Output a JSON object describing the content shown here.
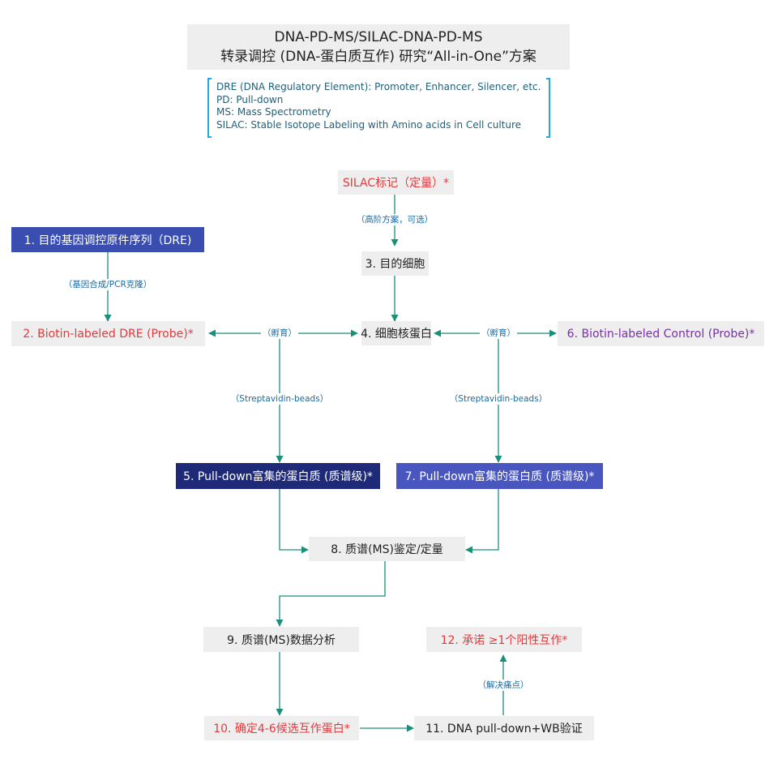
{
  "title": {
    "line1": "DNA-PD-MS/SILAC-DNA-PD-MS",
    "line2": "转录调控 (DNA-蛋白质互作) 研究“All-in-One”方案"
  },
  "legend": [
    "DRE (DNA Regulatory Element): Promoter, Enhancer, Silencer, etc.",
    "PD: Pull-down",
    "MS: Mass Spectrometry",
    "SILAC: Stable Isotope Labeling with Amino acids in Cell culture"
  ],
  "nodes": {
    "silac": "SILAC标记（定量）*",
    "n1": "1. 目的基因调控原件序列（DRE)",
    "n2": "2. Biotin-labeled DRE (Probe)*",
    "n3": "3. 目的细胞",
    "n4": "4. 细胞核蛋白",
    "n5": "5. Pull-down富集的蛋白质 (质谱级)*",
    "n6": "6. Biotin-labeled Control (Probe)*",
    "n7": "7. Pull-down富集的蛋白质 (质谱级)*",
    "n8": "8. 质谱(MS)鉴定/定量",
    "n9": "9. 质谱(MS)数据分析",
    "n10": "10. 确定4-6候选互作蛋白*",
    "n11": "11. DNA pull-down+WB验证",
    "n12": "12. 承诺 ≥1个阳性互作*"
  },
  "edge_labels": {
    "silac_to_3": "（高阶方案，可选）",
    "n1_to_n2": "（基因合成/PCR克隆）",
    "incubate_left": "（孵育）",
    "incubate_right": "（孵育）",
    "beads_left": "（Streptavidin-beads）",
    "beads_right": "（Streptavidin-beads）",
    "n11_to_n12": "（解决痛点）"
  },
  "colors": {
    "arrow": "#1a8f7a",
    "bracket": "#29a7e1",
    "highlight_text": "#e4393c",
    "control_text": "#7b2fa8"
  }
}
